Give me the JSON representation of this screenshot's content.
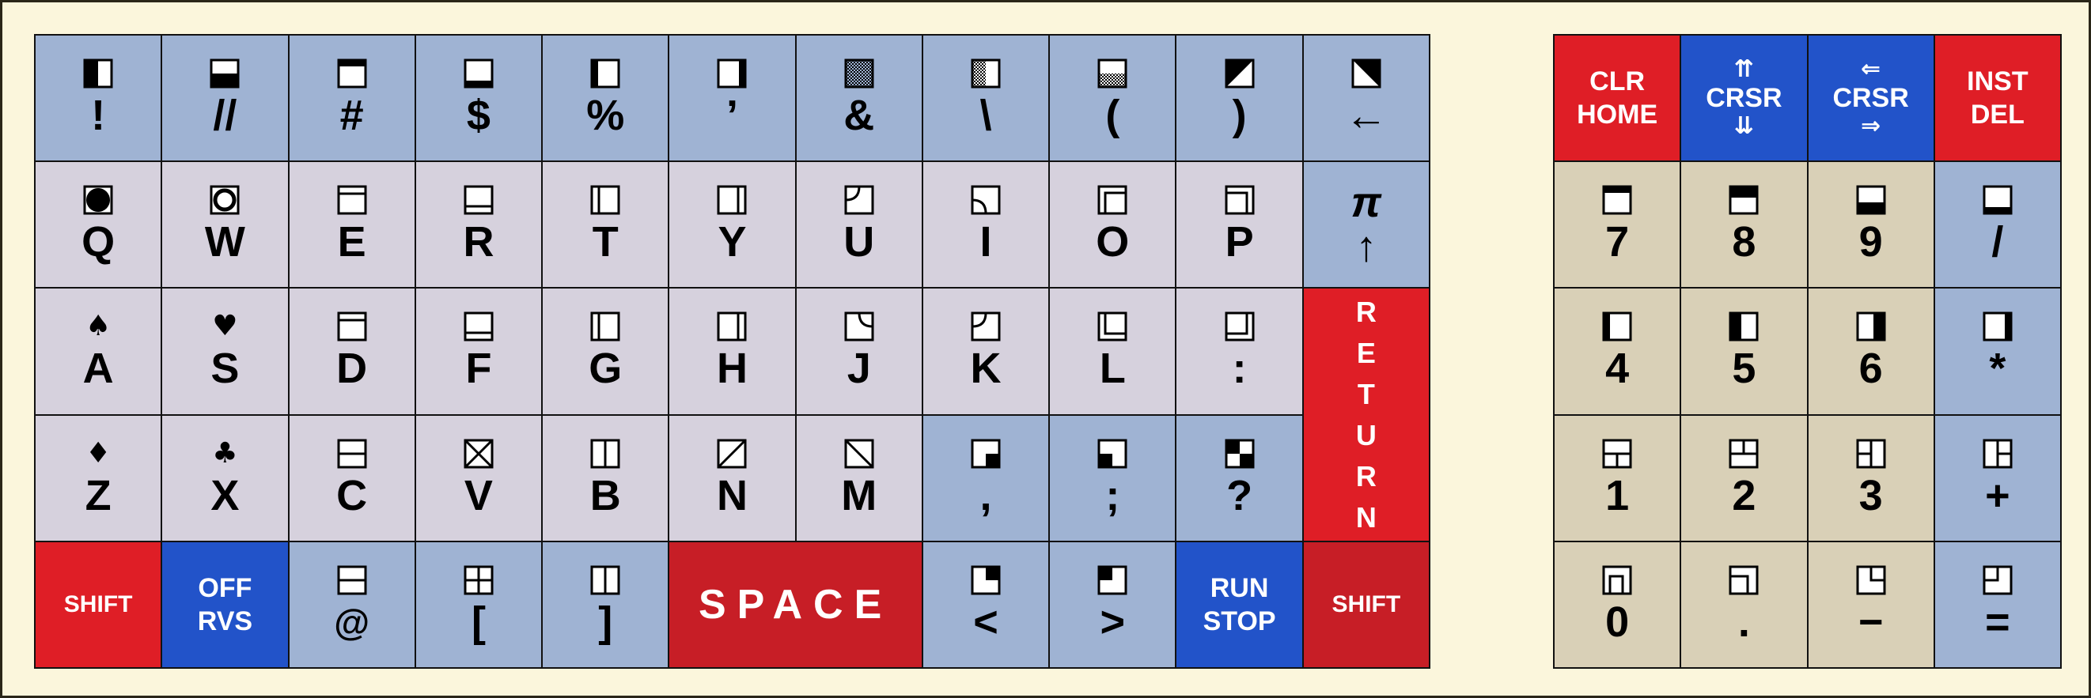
{
  "keyboard": {
    "row1": [
      {
        "label": "!",
        "glyph": "half-left"
      },
      {
        "label": "//",
        "glyph": "half-bottom"
      },
      {
        "label": "#",
        "glyph": "bar-top"
      },
      {
        "label": "$",
        "glyph": "bar-bottom"
      },
      {
        "label": "%",
        "glyph": "bar-left"
      },
      {
        "label": "ʼ",
        "glyph": "bar-right"
      },
      {
        "label": "&",
        "glyph": "checker"
      },
      {
        "label": "\\",
        "glyph": "half-checker"
      },
      {
        "label": "(",
        "glyph": "bottom-checker"
      },
      {
        "label": ")",
        "glyph": "tri-tl"
      },
      {
        "label": "←",
        "glyph": "tri-tr"
      }
    ],
    "row2": [
      {
        "label": "Q",
        "glyph": "ball"
      },
      {
        "label": "W",
        "glyph": "circle"
      },
      {
        "label": "E",
        "glyph": "line-upper"
      },
      {
        "label": "R",
        "glyph": "line-lower"
      },
      {
        "label": "T",
        "glyph": "line-left"
      },
      {
        "label": "Y",
        "glyph": "line-right"
      },
      {
        "label": "U",
        "glyph": "arc-tl"
      },
      {
        "label": "I",
        "glyph": "arc-tr"
      },
      {
        "label": "O",
        "glyph": "corner-tl"
      },
      {
        "label": "P",
        "glyph": "corner-tr"
      },
      {
        "label": "↑",
        "top": "π"
      }
    ],
    "row3": [
      {
        "label": "A",
        "suit": "♠"
      },
      {
        "label": "S",
        "suit": "♥"
      },
      {
        "label": "D",
        "glyph": "line-upper"
      },
      {
        "label": "F",
        "glyph": "line-lower"
      },
      {
        "label": "G",
        "glyph": "line-left"
      },
      {
        "label": "H",
        "glyph": "line-right"
      },
      {
        "label": "J",
        "glyph": "arc-bl"
      },
      {
        "label": "K",
        "glyph": "arc-br"
      },
      {
        "label": "L",
        "glyph": "corner-bl"
      },
      {
        "label": ":",
        "glyph": "corner-br"
      }
    ],
    "return_label": [
      "R",
      "E",
      "T",
      "U",
      "R",
      "N"
    ],
    "row4": [
      {
        "label": "Z",
        "suit": "♦"
      },
      {
        "label": "X",
        "suit": "♣"
      },
      {
        "label": "C",
        "glyph": "hline"
      },
      {
        "label": "V",
        "glyph": "cross-x"
      },
      {
        "label": "B",
        "glyph": "vline"
      },
      {
        "label": "N",
        "glyph": "diag-up"
      },
      {
        "label": "M",
        "glyph": "diag-down"
      },
      {
        "label": ",",
        "glyph": "quad-br"
      },
      {
        "label": ";",
        "glyph": "quad-bl"
      },
      {
        "label": "?",
        "glyph": "quad-checker"
      }
    ],
    "row5": {
      "shift_left": "SHIFT",
      "rvs": [
        "OFF",
        "RVS"
      ],
      "at": {
        "label": "@",
        "glyph": "hline"
      },
      "lbracket": {
        "label": "[",
        "glyph": "plus"
      },
      "rbracket": {
        "label": "]",
        "glyph": "vline"
      },
      "space": "SPACE",
      "lt": {
        "label": "<",
        "glyph": "quad-tr"
      },
      "gt": {
        "label": ">",
        "glyph": "quad-tl"
      },
      "run_stop": [
        "RUN",
        "STOP"
      ],
      "shift_right": "SHIFT"
    }
  },
  "keypad": {
    "top": {
      "clr_home": [
        "CLR",
        "HOME"
      ],
      "crsr_vertical": {
        "up": "⇈",
        "label": "CRSR",
        "down": "⇊"
      },
      "crsr_horizontal": {
        "left": "⇐",
        "label": "CRSR",
        "right": "⇒"
      },
      "inst_del": [
        "INST",
        "DEL"
      ]
    },
    "rows": [
      [
        {
          "label": "7",
          "glyph": "bar-top"
        },
        {
          "label": "8",
          "glyph": "half-top-thin"
        },
        {
          "label": "9",
          "glyph": "half-bottom-thin"
        },
        {
          "label": "/",
          "glyph": "bar-bottom"
        }
      ],
      [
        {
          "label": "4",
          "glyph": "bar-left"
        },
        {
          "label": "5",
          "glyph": "half-left-thin"
        },
        {
          "label": "6",
          "glyph": "half-right-thin"
        },
        {
          "label": "*",
          "glyph": "bar-right"
        }
      ],
      [
        {
          "label": "1",
          "glyph": "tee-down"
        },
        {
          "label": "2",
          "glyph": "tee-up"
        },
        {
          "label": "3",
          "glyph": "tee-left"
        },
        {
          "label": "+",
          "glyph": "tee-right"
        }
      ],
      [
        {
          "label": "0",
          "glyph": "sq-tr"
        },
        {
          "label": ".",
          "glyph": "sq-bl"
        },
        {
          "label": "−",
          "glyph": "sq-br"
        },
        {
          "label": "=",
          "glyph": "sq-tl"
        }
      ]
    ]
  },
  "colors": {
    "blue": "#9fb3d3",
    "grey": "#d6d1dd",
    "tan": "#d9d0b7",
    "red": "#df1e26",
    "royal": "#2253c9",
    "frame": "#fbf6dc"
  }
}
